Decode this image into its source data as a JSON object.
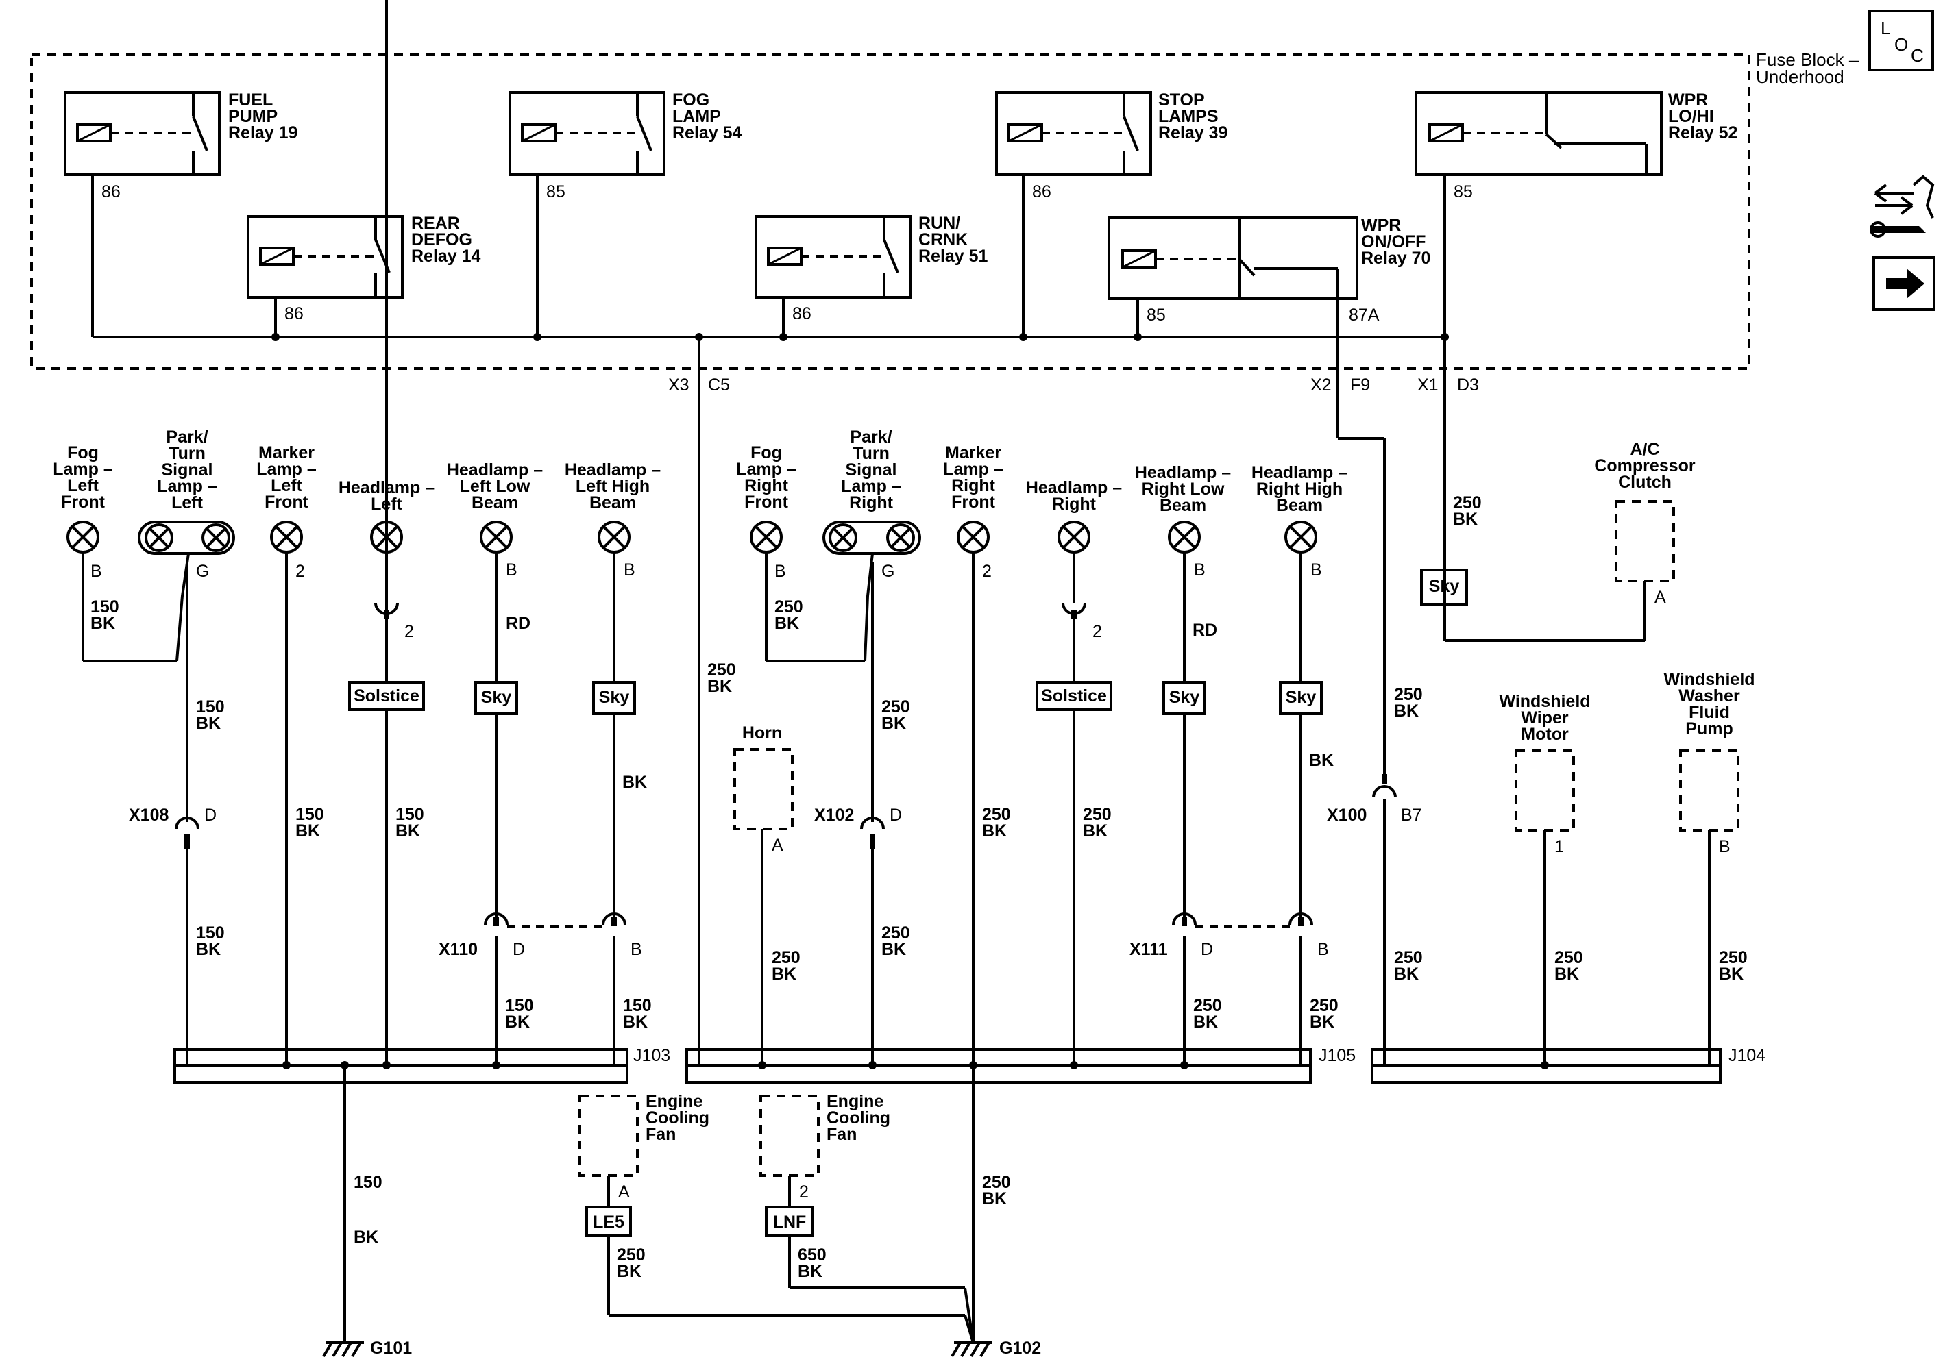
{
  "fuse_block": {
    "label_line1": "Fuse Block –",
    "label_line2": "Underhood"
  },
  "side_icons": {
    "loc": [
      "L",
      "O",
      "C"
    ],
    "icons": [
      "connector-repair-icon",
      "arrow-right-icon"
    ]
  },
  "relays": [
    {
      "id": "fuel",
      "lines": [
        "FUEL",
        "PUMP",
        "Relay 19"
      ],
      "pin": "86"
    },
    {
      "id": "fog",
      "lines": [
        "FOG",
        "LAMP",
        "Relay 54"
      ],
      "pin": "85"
    },
    {
      "id": "stop",
      "lines": [
        "STOP",
        "LAMPS",
        "Relay 39"
      ],
      "pin": "86"
    },
    {
      "id": "wprlohi",
      "lines": [
        "WPR",
        "LO/HI",
        "Relay 52"
      ],
      "pin": "85"
    },
    {
      "id": "reardefog",
      "lines": [
        "REAR",
        "DEFOG",
        "Relay 14"
      ],
      "pin": "86"
    },
    {
      "id": "runcrnk",
      "lines": [
        "RUN/",
        "CRNK",
        "Relay 51"
      ],
      "pin": "86"
    },
    {
      "id": "wpronoff",
      "lines": [
        "WPR",
        "ON/OFF",
        "Relay 70"
      ],
      "pin": "85",
      "pin2": "87A"
    }
  ],
  "block_connectors": [
    {
      "conn": "X3",
      "pin": "C5"
    },
    {
      "conn": "X2",
      "pin": "F9"
    },
    {
      "conn": "X1",
      "pin": "D3"
    }
  ],
  "components": [
    {
      "id": "fog-left",
      "lines": [
        "Fog",
        "Lamp –",
        "Left",
        "Front"
      ],
      "pin": "B"
    },
    {
      "id": "park-left",
      "lines": [
        "Park/",
        "Turn",
        "Signal",
        "Lamp –",
        "Left"
      ],
      "pin": "G"
    },
    {
      "id": "marker-left",
      "lines": [
        "Marker",
        "Lamp –",
        "Left",
        "Front"
      ],
      "pin": "2"
    },
    {
      "id": "head-left",
      "lines": [
        "Headlamp –",
        "Left"
      ],
      "pin": "2"
    },
    {
      "id": "low-left",
      "lines": [
        "Headlamp –",
        "Left Low",
        "Beam"
      ],
      "pin": "B"
    },
    {
      "id": "high-left",
      "lines": [
        "Headlamp –",
        "Left High",
        "Beam"
      ],
      "pin": "B"
    },
    {
      "id": "fog-right",
      "lines": [
        "Fog",
        "Lamp –",
        "Right",
        "Front"
      ],
      "pin": "B"
    },
    {
      "id": "park-right",
      "lines": [
        "Park/",
        "Turn",
        "Signal",
        "Lamp –",
        "Right"
      ],
      "pin": "G"
    },
    {
      "id": "marker-right",
      "lines": [
        "Marker",
        "Lamp –",
        "Right",
        "Front"
      ],
      "pin": "2"
    },
    {
      "id": "head-right",
      "lines": [
        "Headlamp –",
        "Right"
      ],
      "pin": "2"
    },
    {
      "id": "low-right",
      "lines": [
        "Headlamp –",
        "Right Low",
        "Beam"
      ],
      "pin": "B"
    },
    {
      "id": "high-right",
      "lines": [
        "Headlamp –",
        "Right High",
        "Beam"
      ],
      "pin": "B"
    },
    {
      "id": "ac-clutch",
      "lines": [
        "A/C",
        "Compressor",
        "Clutch"
      ],
      "pin": "A"
    },
    {
      "id": "horn",
      "lines": [
        "Horn"
      ],
      "pin": "A"
    },
    {
      "id": "wiper-motor",
      "lines": [
        "Windshield",
        "Wiper",
        "Motor"
      ],
      "pin": "1"
    },
    {
      "id": "washer-pump",
      "lines": [
        "Windshield",
        "Washer",
        "Fluid",
        "Pump"
      ],
      "pin": "B"
    },
    {
      "id": "fan-le5",
      "lines": [
        "Engine",
        "Cooling",
        "Fan"
      ],
      "pin": "A"
    },
    {
      "id": "fan-lnf",
      "lines": [
        "Engine",
        "Cooling",
        "Fan"
      ],
      "pin": "2"
    }
  ],
  "option_tags": {
    "sky": "Sky",
    "solstice": "Solstice",
    "le5": "LE5",
    "lnf": "LNF"
  },
  "wire_labels": {
    "w150": "150",
    "w250": "250",
    "w650": "650",
    "bk": "BK",
    "rd": "RD"
  },
  "inline_connectors": {
    "x108": {
      "name": "X108",
      "pin": "D"
    },
    "x102": {
      "name": "X102",
      "pin": "D"
    },
    "x100": {
      "name": "X100",
      "pin": "B7"
    },
    "x110": {
      "name": "X110",
      "pin_a": "D",
      "pin_b": "B"
    },
    "x111": {
      "name": "X111",
      "pin_a": "D",
      "pin_b": "B"
    }
  },
  "splices": {
    "j103": "J103",
    "j105": "J105",
    "j104": "J104"
  },
  "grounds": {
    "g101": "G101",
    "g102": "G102"
  }
}
